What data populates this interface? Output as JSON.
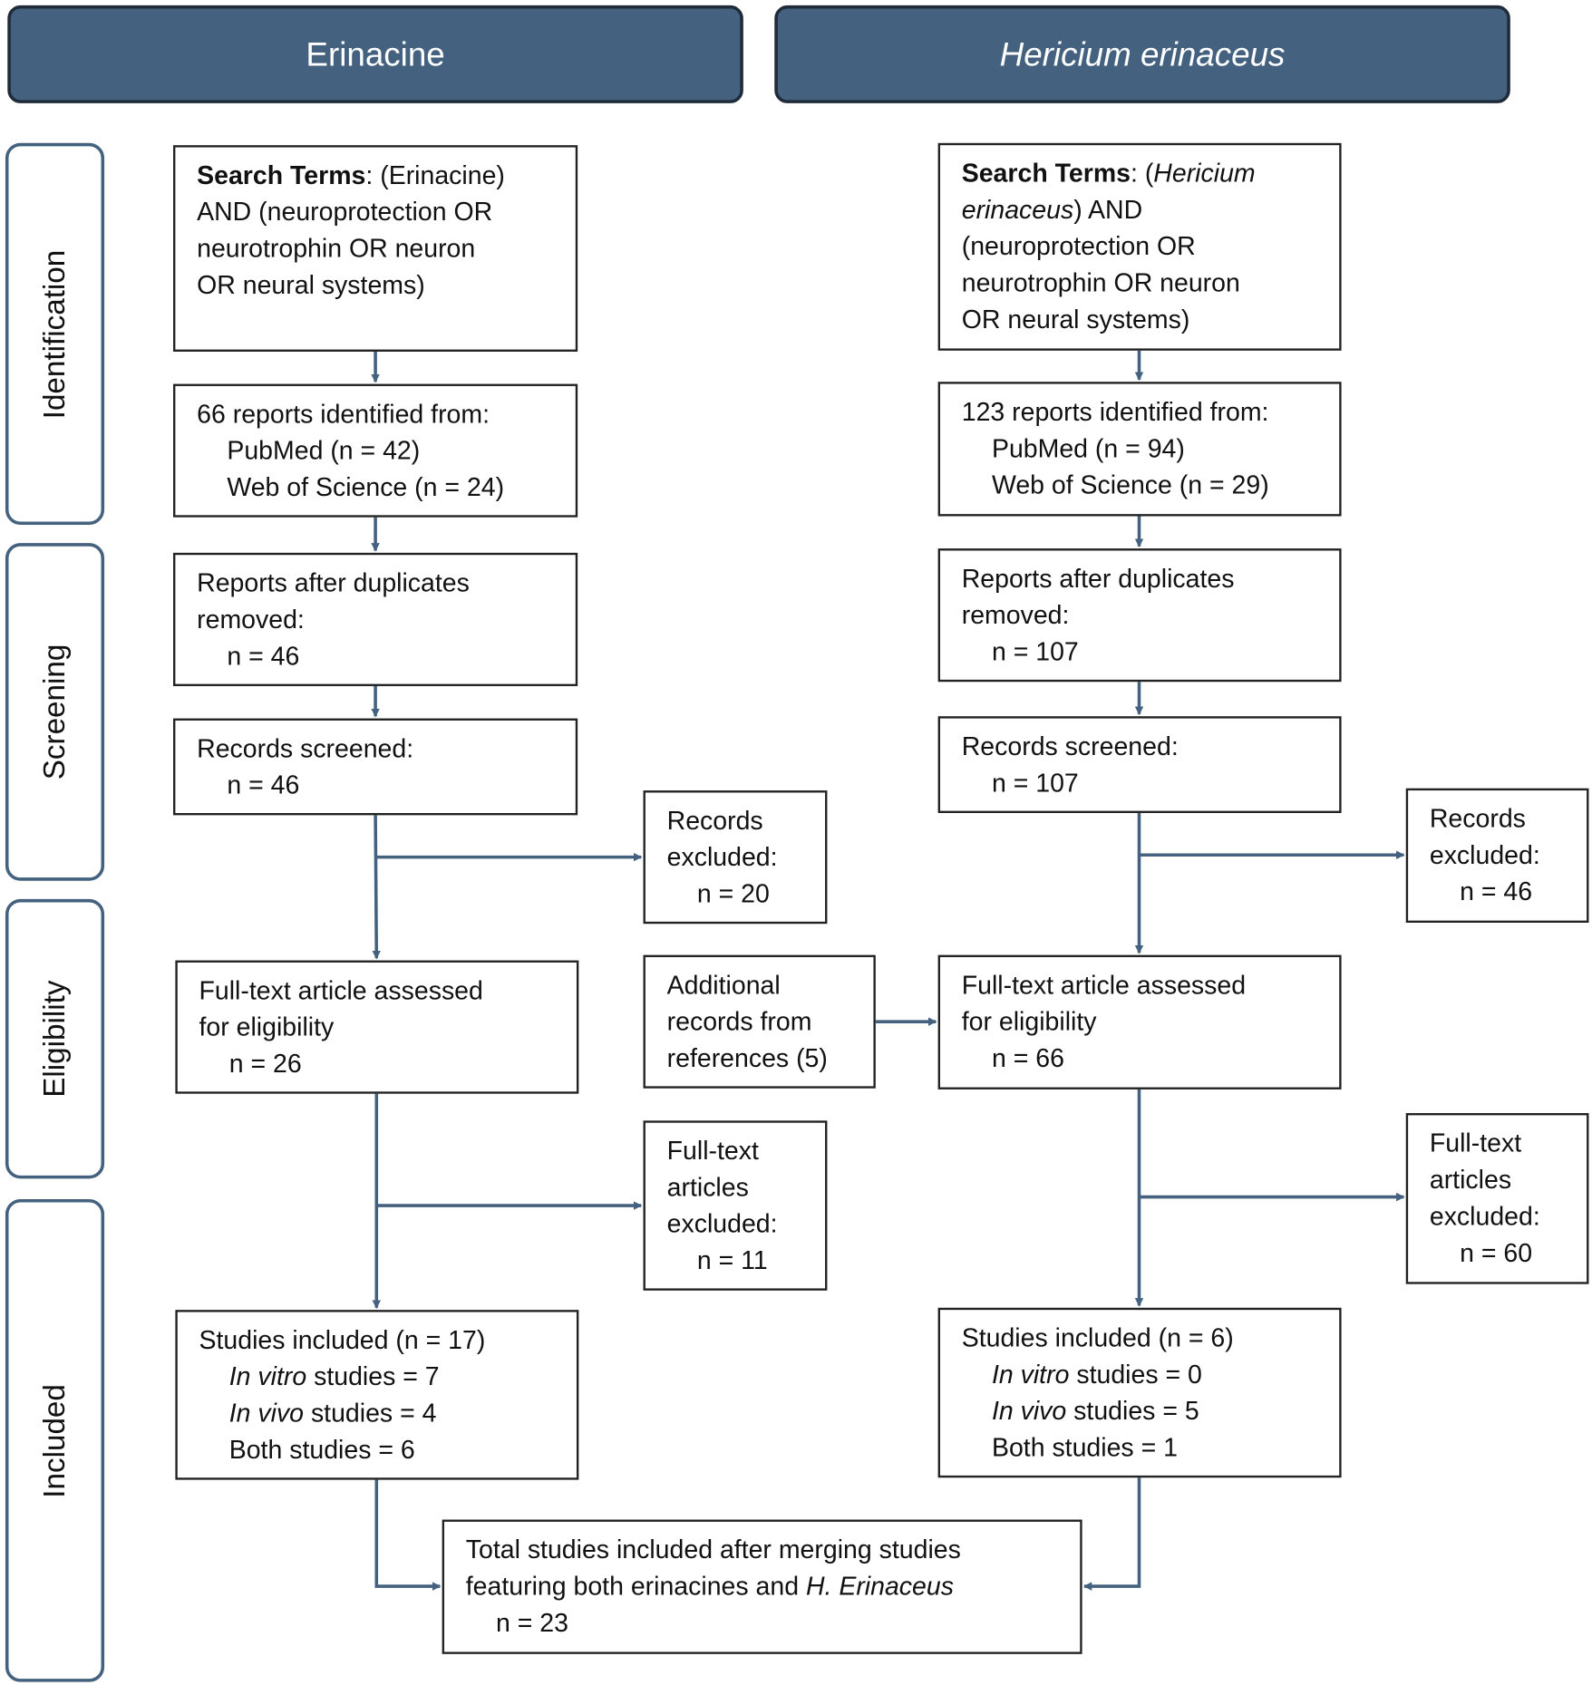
{
  "headers": {
    "erinacine": "Erinacine",
    "hericium": "Hericium erinaceus"
  },
  "stages": [
    "Identification",
    "Screening",
    "Eligibility",
    "Included"
  ],
  "colors": {
    "header_fill": "#44627f",
    "arrow": "#44627f",
    "box_border": "#222222"
  },
  "boxes": {
    "l_search": [
      [
        {
          "text": "Search Terms",
          "style": "b"
        },
        {
          "text": ": (Erinacine)"
        }
      ],
      [
        {
          "text": "AND (neuroprotection OR"
        }
      ],
      [
        {
          "text": "neurotrophin OR neuron"
        }
      ],
      [
        {
          "text": "OR neural systems)"
        }
      ]
    ],
    "l_identified": [
      [
        {
          "text": "66 reports identified from:"
        }
      ],
      [
        {
          "text": "PubMed (n = 42)",
          "indent": true
        }
      ],
      [
        {
          "text": "Web of Science (n = 24)",
          "indent": true
        }
      ]
    ],
    "l_dedup": [
      [
        {
          "text": "Reports after duplicates"
        }
      ],
      [
        {
          "text": "removed:"
        }
      ],
      [
        {
          "text": "n = 46",
          "indent": true
        }
      ]
    ],
    "l_screened": [
      [
        {
          "text": "Records screened:"
        }
      ],
      [
        {
          "text": "n = 46",
          "indent": true
        }
      ]
    ],
    "l_excluded": [
      [
        {
          "text": "Records"
        }
      ],
      [
        {
          "text": "excluded:"
        }
      ],
      [
        {
          "text": "n = 20",
          "indent": true
        }
      ]
    ],
    "l_fulltext": [
      [
        {
          "text": "Full-text article assessed"
        }
      ],
      [
        {
          "text": "for eligibility"
        }
      ],
      [
        {
          "text": "n = 26",
          "indent": true
        }
      ]
    ],
    "additional": [
      [
        {
          "text": "Additional"
        }
      ],
      [
        {
          "text": "records from"
        }
      ],
      [
        {
          "text": "references (5)"
        }
      ]
    ],
    "l_ft_excluded": [
      [
        {
          "text": "Full-text"
        }
      ],
      [
        {
          "text": "articles"
        }
      ],
      [
        {
          "text": "excluded:"
        }
      ],
      [
        {
          "text": "n = 11",
          "indent": true
        }
      ]
    ],
    "l_included": [
      [
        {
          "text": "Studies included (n = 17)"
        }
      ],
      [
        {
          "text": "In vitro",
          "style": "i",
          "indent": true
        },
        {
          "text": " studies = 7"
        }
      ],
      [
        {
          "text": "In vivo",
          "style": "i",
          "indent": true
        },
        {
          "text": " studies = 4"
        }
      ],
      [
        {
          "text": "Both studies = 6",
          "indent": true
        }
      ]
    ],
    "r_search": [
      [
        {
          "text": "Search Terms",
          "style": "b"
        },
        {
          "text": ": ("
        },
        {
          "text": "Hericium",
          "style": "i"
        }
      ],
      [
        {
          "text": "erinaceus",
          "style": "i"
        },
        {
          "text": ") AND"
        }
      ],
      [
        {
          "text": "(neuroprotection OR"
        }
      ],
      [
        {
          "text": "neurotrophin OR neuron"
        }
      ],
      [
        {
          "text": "OR neural systems)"
        }
      ]
    ],
    "r_identified": [
      [
        {
          "text": "123 reports identified from:"
        }
      ],
      [
        {
          "text": "PubMed (n = 94)",
          "indent": true
        }
      ],
      [
        {
          "text": "Web of Science (n = 29)",
          "indent": true
        }
      ]
    ],
    "r_dedup": [
      [
        {
          "text": "Reports after duplicates"
        }
      ],
      [
        {
          "text": "removed:"
        }
      ],
      [
        {
          "text": "n = 107",
          "indent": true
        }
      ]
    ],
    "r_screened": [
      [
        {
          "text": "Records screened:"
        }
      ],
      [
        {
          "text": "n = 107",
          "indent": true
        }
      ]
    ],
    "r_excluded": [
      [
        {
          "text": "Records"
        }
      ],
      [
        {
          "text": "excluded:"
        }
      ],
      [
        {
          "text": "n = 46",
          "indent": true
        }
      ]
    ],
    "r_fulltext": [
      [
        {
          "text": "Full-text article assessed"
        }
      ],
      [
        {
          "text": "for eligibility"
        }
      ],
      [
        {
          "text": "n = 66",
          "indent": true
        }
      ]
    ],
    "r_ft_excluded": [
      [
        {
          "text": "Full-text"
        }
      ],
      [
        {
          "text": "articles"
        }
      ],
      [
        {
          "text": "excluded:"
        }
      ],
      [
        {
          "text": "n = 60",
          "indent": true
        }
      ]
    ],
    "r_included": [
      [
        {
          "text": "Studies included (n = 6)"
        }
      ],
      [
        {
          "text": "In vitro",
          "style": "i",
          "indent": true
        },
        {
          "text": " studies = 0"
        }
      ],
      [
        {
          "text": "In vivo",
          "style": "i",
          "indent": true
        },
        {
          "text": " studies = 5"
        }
      ],
      [
        {
          "text": "Both studies = 1",
          "indent": true
        }
      ]
    ],
    "total": [
      [
        {
          "text": "Total studies included after merging studies"
        }
      ],
      [
        {
          "text": "featuring both erinacines and "
        },
        {
          "text": "H. Erinaceus",
          "style": "i"
        }
      ],
      [
        {
          "text": "n = 23",
          "indent": true
        }
      ]
    ]
  }
}
